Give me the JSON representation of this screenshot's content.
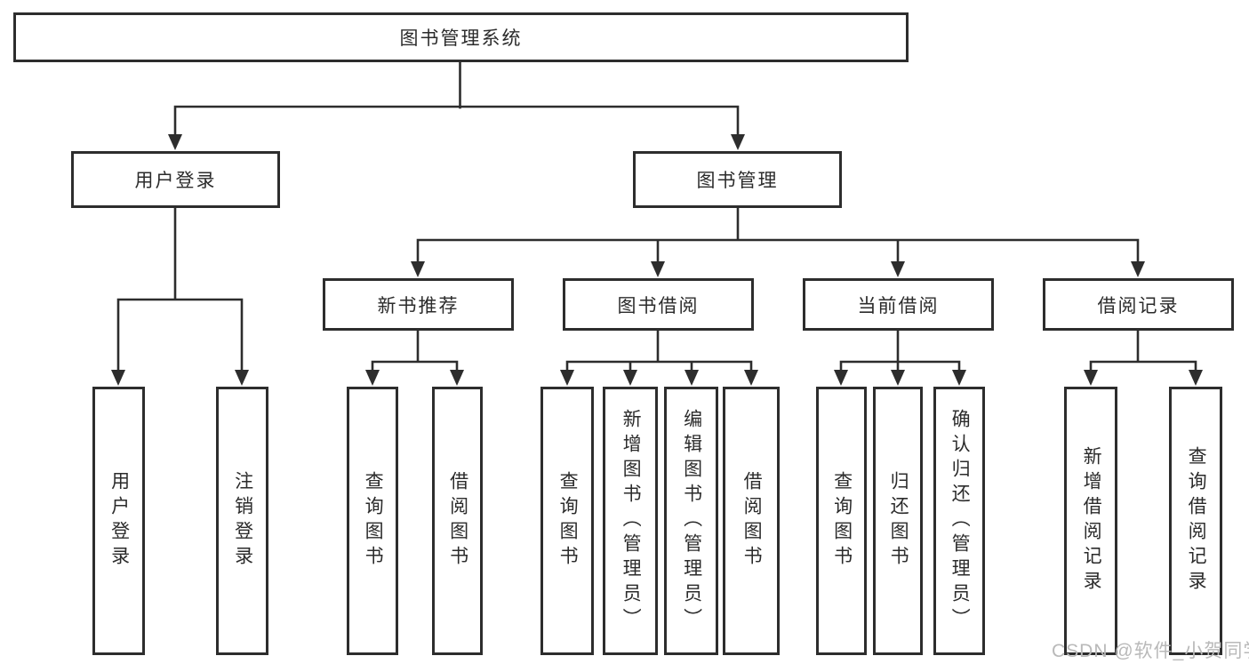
{
  "tree": {
    "root": {
      "label": "图书管理系统",
      "children": [
        {
          "label": "用户登录",
          "children": [
            {
              "label": "用户登录"
            },
            {
              "label": "注销登录"
            }
          ]
        },
        {
          "label": "图书管理",
          "children": [
            {
              "label": "新书推荐",
              "children": [
                {
                  "label": "查询图书"
                },
                {
                  "label": "借阅图书"
                }
              ]
            },
            {
              "label": "图书借阅",
              "children": [
                {
                  "label": "查询图书"
                },
                {
                  "label": "新增图书（管理员）"
                },
                {
                  "label": "编辑图书（管理员）"
                },
                {
                  "label": "借阅图书"
                }
              ]
            },
            {
              "label": "当前借阅",
              "children": [
                {
                  "label": "查询图书"
                },
                {
                  "label": "归还图书"
                },
                {
                  "label": "确认归还（管理员）"
                }
              ]
            },
            {
              "label": "借阅记录",
              "children": [
                {
                  "label": "新增借阅记录"
                },
                {
                  "label": "查询借阅记录"
                }
              ]
            }
          ]
        }
      ]
    }
  },
  "watermark": "CSDN @软件_小贺同学",
  "colors": {
    "line": "#2d2d2d",
    "border": "#2d2d2d",
    "text": "#2b2b2b",
    "watermark": "#b9b9b9",
    "bg": "#ffffff"
  }
}
